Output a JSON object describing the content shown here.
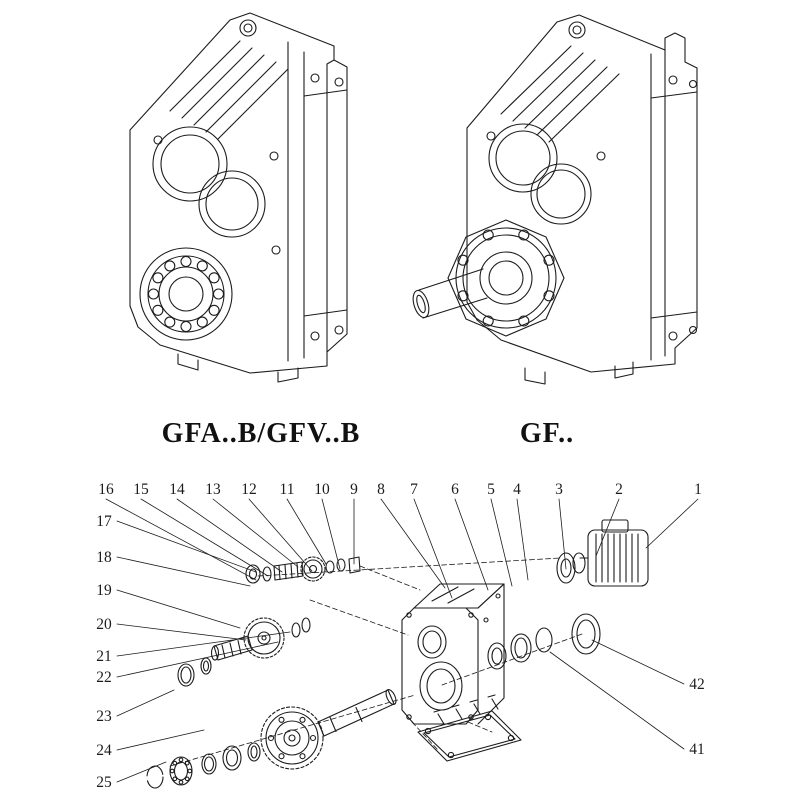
{
  "figures": {
    "left_label": "GFA..B/GFV..B",
    "right_label": "GF.."
  },
  "exploded": {
    "top": [
      "16",
      "15",
      "14",
      "13",
      "12",
      "11",
      "10",
      "9",
      "8",
      "7",
      "6",
      "5",
      "4",
      "3",
      "2",
      "1"
    ],
    "left": [
      "17",
      "18",
      "19",
      "20",
      "21",
      "22",
      "23",
      "24",
      "25"
    ],
    "right": [
      "42",
      "41"
    ]
  },
  "colors": {
    "line": "#1c1c1c",
    "background": "#ffffff"
  }
}
